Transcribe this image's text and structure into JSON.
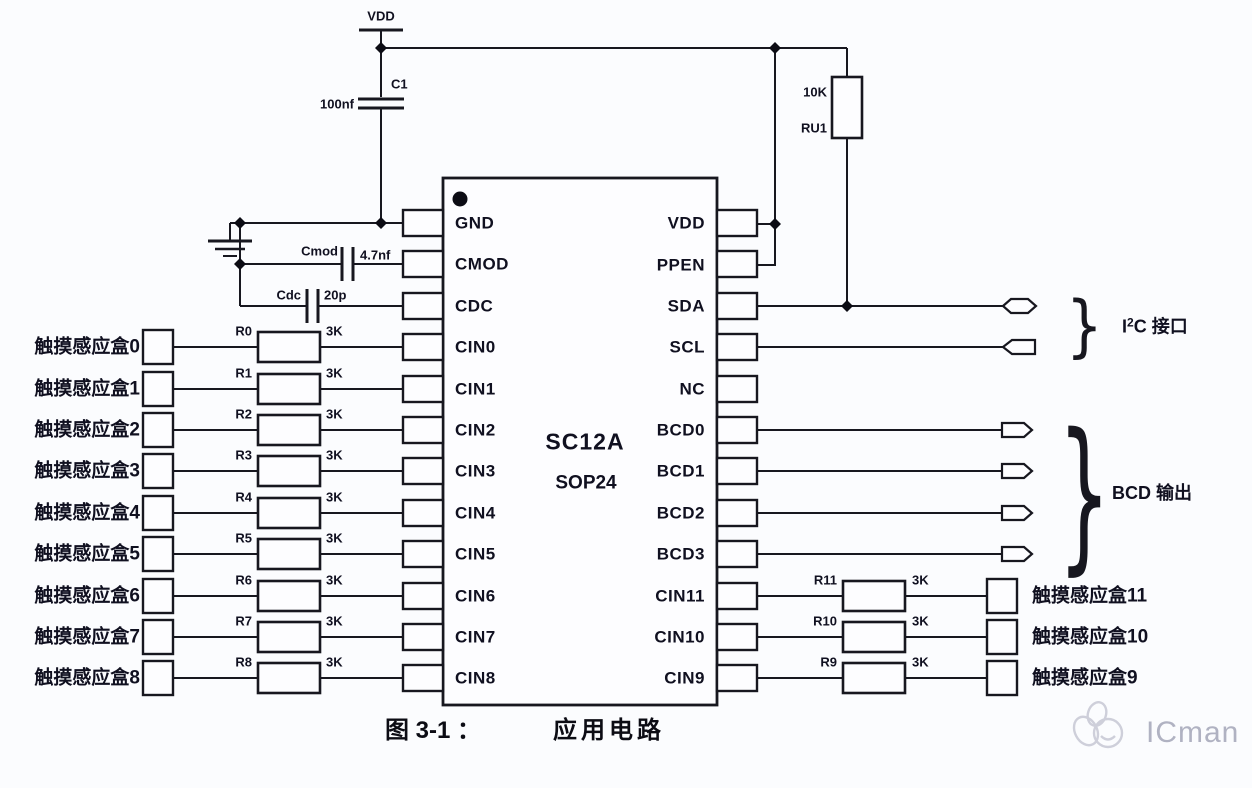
{
  "power": {
    "vdd": "VDD",
    "c1_ref": "C1",
    "c1_val": "100nf",
    "ru1_val": "10K",
    "ru1_ref": "RU1"
  },
  "caps": {
    "cmod_ref": "Cmod",
    "cmod_val": "4.7nf",
    "cdc_ref": "Cdc",
    "cdc_val": "20p"
  },
  "chip": {
    "name": "SC12A",
    "pkg": "SOP24",
    "left_pins": [
      "GND",
      "CMOD",
      "CDC",
      "CIN0",
      "CIN1",
      "CIN2",
      "CIN3",
      "CIN4",
      "CIN5",
      "CIN6",
      "CIN7",
      "CIN8"
    ],
    "right_pins": [
      "VDD",
      "PPEN",
      "SDA",
      "SCL",
      "NC",
      "BCD0",
      "BCD1",
      "BCD2",
      "BCD3",
      "CIN11",
      "CIN10",
      "CIN9"
    ]
  },
  "left_rows": [
    {
      "label": "触摸感应盒0",
      "r": "R0",
      "v": "3K"
    },
    {
      "label": "触摸感应盒1",
      "r": "R1",
      "v": "3K"
    },
    {
      "label": "触摸感应盒2",
      "r": "R2",
      "v": "3K"
    },
    {
      "label": "触摸感应盒3",
      "r": "R3",
      "v": "3K"
    },
    {
      "label": "触摸感应盒4",
      "r": "R4",
      "v": "3K"
    },
    {
      "label": "触摸感应盒5",
      "r": "R5",
      "v": "3K"
    },
    {
      "label": "触摸感应盒6",
      "r": "R6",
      "v": "3K"
    },
    {
      "label": "触摸感应盒7",
      "r": "R7",
      "v": "3K"
    },
    {
      "label": "触摸感应盒8",
      "r": "R8",
      "v": "3K"
    }
  ],
  "right_rows": [
    {
      "label": "触摸感应盒11",
      "r": "R11",
      "v": "3K"
    },
    {
      "label": "触摸感应盒10",
      "r": "R10",
      "v": "3K"
    },
    {
      "label": "触摸感应盒9",
      "r": "R9",
      "v": "3K"
    }
  ],
  "buses": {
    "i2c_prefix": "I",
    "i2c_sup": "2",
    "i2c_rest": "C 接口",
    "bcd_label": "BCD 输出",
    "brace": "}"
  },
  "figure": {
    "caption_fig": "图  3-1  ：",
    "caption_title": "应用电路"
  },
  "brand": {
    "logo_text": "ICman"
  }
}
